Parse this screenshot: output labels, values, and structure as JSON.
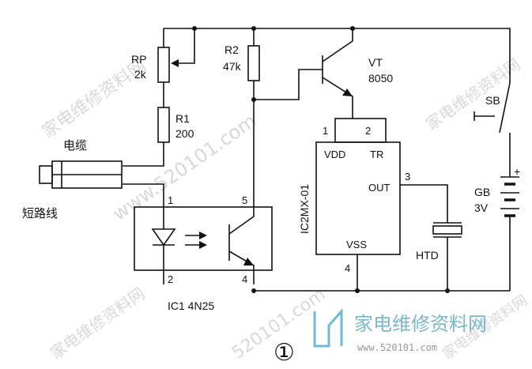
{
  "components": {
    "rp": {
      "name": "RP",
      "value": "2k"
    },
    "r1": {
      "name": "R1",
      "value": "200"
    },
    "r2": {
      "name": "R2",
      "value": "47k"
    },
    "vt": {
      "name": "VT",
      "value": "8050"
    },
    "sb": {
      "name": "SB"
    },
    "gb": {
      "name": "GB",
      "value": "3V",
      "plus": "+"
    },
    "htd": {
      "name": "HTD"
    },
    "cable": {
      "label": "电缆"
    },
    "short_wire": {
      "label": "短路线"
    },
    "ic1": {
      "name": "IC1 4N25",
      "pins": [
        "1",
        "2",
        "5",
        "4"
      ]
    },
    "ic2": {
      "name": "IC2MX-01",
      "pin_labels": {
        "vdd": "VDD",
        "tr": "TR",
        "out": "OUT",
        "vss": "VSS"
      },
      "pin_numbers": {
        "vdd": "1",
        "tr": "2",
        "out": "3",
        "vss": "4"
      }
    }
  },
  "figure_number": "①",
  "watermark": {
    "logo_text": "家电维修资料网",
    "url": "www.520101.com",
    "diagonal_texts": [
      "家电维修资料网",
      "www.520101.com",
      "家电维修资料网",
      "520101.com",
      "家电维修资料网",
      "家电维修资料网"
    ]
  }
}
